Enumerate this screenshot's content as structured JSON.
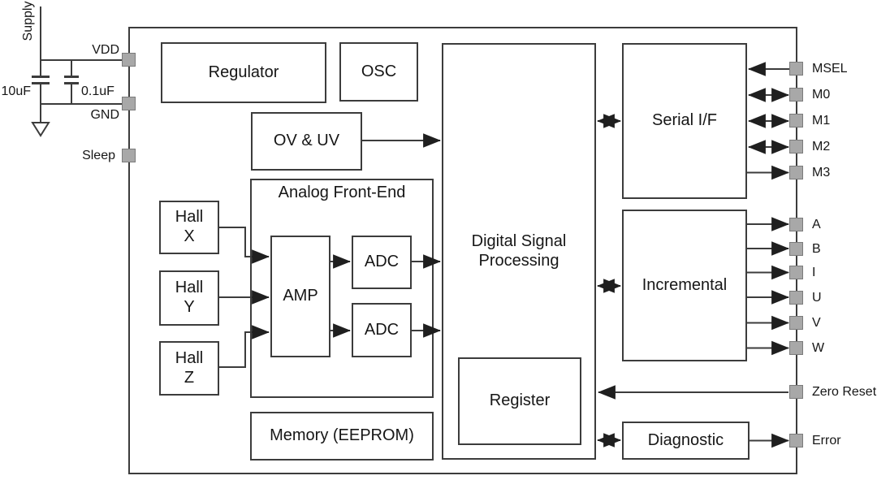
{
  "external": {
    "supply": "Supply",
    "cap_bulk": "10uF",
    "cap_bypass": "0.1uF"
  },
  "left_pins": {
    "vdd": "VDD",
    "gnd": "GND",
    "sleep": "Sleep"
  },
  "blocks": {
    "regulator": "Regulator",
    "osc": "OSC",
    "ov_uv": "OV & UV",
    "analog_front_end": "Analog Front-End",
    "hall_x": "Hall\nX",
    "hall_y": "Hall\nY",
    "hall_z": "Hall\nZ",
    "amp": "AMP",
    "adc_top": "ADC",
    "adc_bottom": "ADC",
    "dsp": "Digital Signal\nProcessing",
    "register": "Register",
    "memory": "Memory (EEPROM)",
    "serial_if": "Serial I/F",
    "incremental": "Incremental",
    "diagnostic": "Diagnostic"
  },
  "right_pins": {
    "msel": "MSEL",
    "m0": "M0",
    "m1": "M1",
    "m2": "M2",
    "m3": "M3",
    "a": "A",
    "b": "B",
    "i": "I",
    "u": "U",
    "v": "V",
    "w": "W",
    "zero_reset": "Zero Reset",
    "error": "Error"
  },
  "colors": {
    "line": "#3c3c3c",
    "arrow": "#1f1f1f",
    "pad_fill": "#a8a8a8",
    "pad_border": "#7b7b7b",
    "background": "#ffffff"
  }
}
